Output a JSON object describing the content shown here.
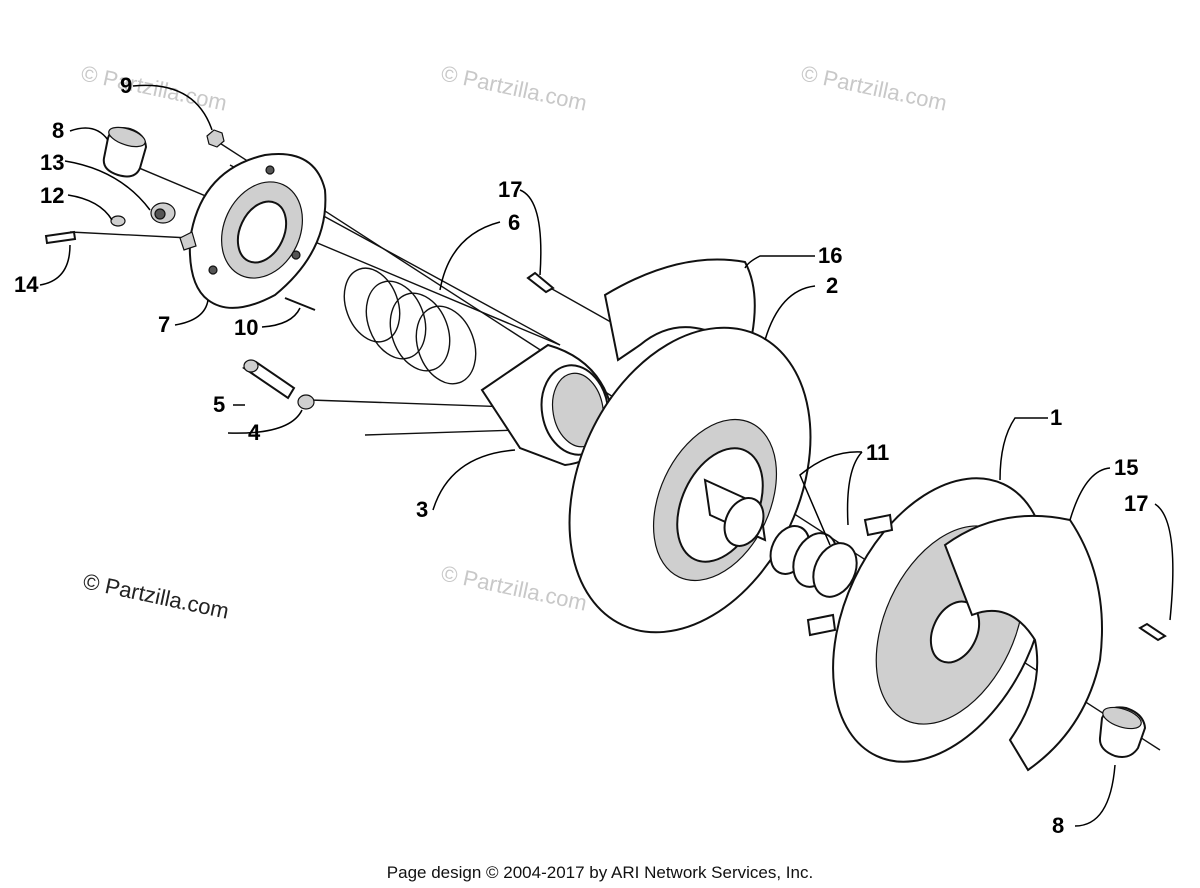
{
  "watermarks": {
    "faint": [
      "© Partzilla.com",
      "© Partzilla.com",
      "© Partzilla.com",
      "© Partzilla.com"
    ],
    "main": "© Partzilla.com"
  },
  "callouts": {
    "c1": "1",
    "c2": "2",
    "c3": "3",
    "c4": "4",
    "c5": "5",
    "c6": "6",
    "c7": "7",
    "c8a": "8",
    "c8b": "8",
    "c9": "9",
    "c10": "10",
    "c11": "11",
    "c12": "12",
    "c13": "13",
    "c14": "14",
    "c15": "15",
    "c16": "16",
    "c17a": "17",
    "c17b": "17"
  },
  "footer": "Page design © 2004-2017 by ARI Network Services, Inc."
}
